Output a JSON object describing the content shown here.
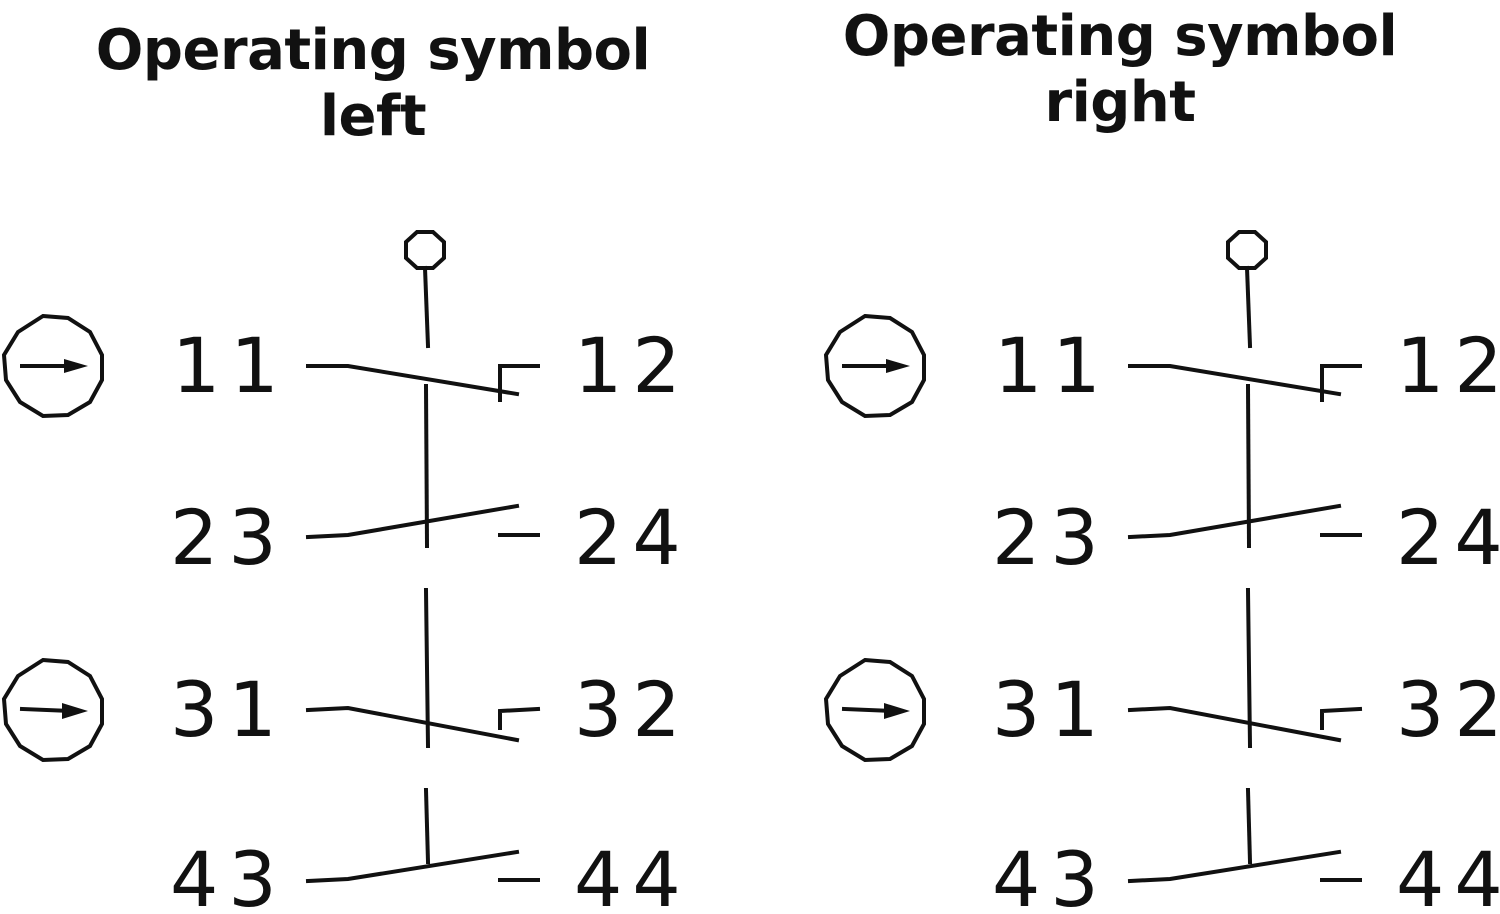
{
  "panels": [
    {
      "title_line1": "Operating symbol",
      "title_line2": "left",
      "terminals": {
        "t11": "11",
        "t12": "12",
        "t23": "23",
        "t24": "24",
        "t31": "31",
        "t32": "32",
        "t43": "43",
        "t44": "44"
      }
    },
    {
      "title_line1": "Operating symbol",
      "title_line2": "right",
      "terminals": {
        "t11": "11",
        "t12": "12",
        "t23": "23",
        "t24": "24",
        "t31": "31",
        "t32": "32",
        "t43": "43",
        "t44": "44"
      }
    }
  ],
  "icons": [
    "operating-direction-arrow-icon",
    "actuator-knob-icon"
  ],
  "colors": {
    "line": "#111111",
    "background": "#ffffff"
  }
}
